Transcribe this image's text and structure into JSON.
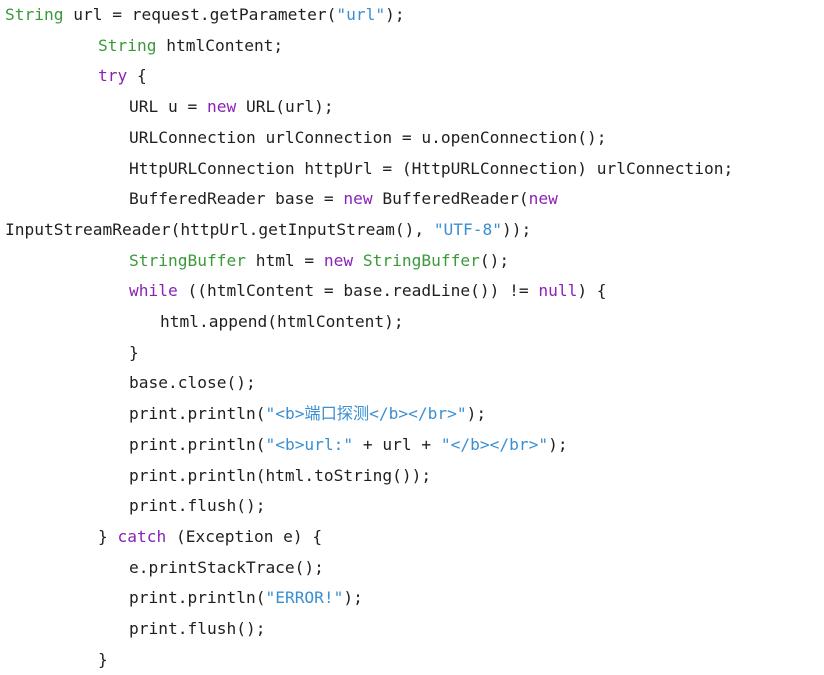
{
  "colors": {
    "background": "#ffffff",
    "plain": "#1f1f1f",
    "keyword": "#8b22b8",
    "type": "#3a9a3a",
    "string": "#3b8fd1"
  },
  "code_lines": [
    {
      "indent": 0,
      "tokens": [
        {
          "t": "type",
          "v": "String"
        },
        {
          "t": "plain",
          "v": " url = request.getParameter("
        },
        {
          "t": "str",
          "v": "\"url\""
        },
        {
          "t": "plain",
          "v": ");"
        }
      ]
    },
    {
      "indent": 12,
      "tokens": [
        {
          "t": "type",
          "v": "String"
        },
        {
          "t": "plain",
          "v": " htmlContent;"
        }
      ]
    },
    {
      "indent": 12,
      "tokens": [
        {
          "t": "kw",
          "v": "try"
        },
        {
          "t": "plain",
          "v": " {"
        }
      ]
    },
    {
      "indent": 16,
      "tokens": [
        {
          "t": "plain",
          "v": "URL u = "
        },
        {
          "t": "kw",
          "v": "new"
        },
        {
          "t": "plain",
          "v": " URL(url);"
        }
      ]
    },
    {
      "indent": 16,
      "tokens": [
        {
          "t": "plain",
          "v": "URLConnection urlConnection = u.openConnection();"
        }
      ]
    },
    {
      "indent": 16,
      "tokens": [
        {
          "t": "plain",
          "v": "HttpURLConnection httpUrl = (HttpURLConnection) urlConnection;"
        }
      ]
    },
    {
      "indent": 16,
      "tokens": [
        {
          "t": "plain",
          "v": "BufferedReader base = "
        },
        {
          "t": "kw",
          "v": "new"
        },
        {
          "t": "plain",
          "v": " BufferedReader("
        },
        {
          "t": "kw",
          "v": "new"
        }
      ]
    },
    {
      "indent": 0,
      "tokens": [
        {
          "t": "plain",
          "v": "InputStreamReader(httpUrl.getInputStream(), "
        },
        {
          "t": "str",
          "v": "\"UTF-8\""
        },
        {
          "t": "plain",
          "v": "));"
        }
      ]
    },
    {
      "indent": 16,
      "tokens": [
        {
          "t": "type",
          "v": "StringBuffer"
        },
        {
          "t": "plain",
          "v": " html = "
        },
        {
          "t": "kw",
          "v": "new"
        },
        {
          "t": "plain",
          "v": " "
        },
        {
          "t": "type",
          "v": "StringBuffer"
        },
        {
          "t": "plain",
          "v": "();"
        }
      ]
    },
    {
      "indent": 16,
      "tokens": [
        {
          "t": "kw",
          "v": "while"
        },
        {
          "t": "plain",
          "v": " ((htmlContent = base.readLine()) != "
        },
        {
          "t": "kw",
          "v": "null"
        },
        {
          "t": "plain",
          "v": ") {"
        }
      ]
    },
    {
      "indent": 20,
      "tokens": [
        {
          "t": "plain",
          "v": "html.append(htmlContent);"
        }
      ]
    },
    {
      "indent": 16,
      "tokens": [
        {
          "t": "plain",
          "v": "}"
        }
      ]
    },
    {
      "indent": 16,
      "tokens": [
        {
          "t": "plain",
          "v": "base.close();"
        }
      ]
    },
    {
      "indent": 16,
      "tokens": [
        {
          "t": "plain",
          "v": "print.println("
        },
        {
          "t": "str",
          "v": "\"<b>端口探测</b></br>\""
        },
        {
          "t": "plain",
          "v": ");"
        }
      ]
    },
    {
      "indent": 16,
      "tokens": [
        {
          "t": "plain",
          "v": "print.println("
        },
        {
          "t": "str",
          "v": "\"<b>url:\""
        },
        {
          "t": "plain",
          "v": " + url + "
        },
        {
          "t": "str",
          "v": "\"</b></br>\""
        },
        {
          "t": "plain",
          "v": ");"
        }
      ]
    },
    {
      "indent": 16,
      "tokens": [
        {
          "t": "plain",
          "v": "print.println(html.toString());"
        }
      ]
    },
    {
      "indent": 16,
      "tokens": [
        {
          "t": "plain",
          "v": "print.flush();"
        }
      ]
    },
    {
      "indent": 12,
      "tokens": [
        {
          "t": "plain",
          "v": "} "
        },
        {
          "t": "kw",
          "v": "catch"
        },
        {
          "t": "plain",
          "v": " (Exception e) {"
        }
      ]
    },
    {
      "indent": 16,
      "tokens": [
        {
          "t": "plain",
          "v": "e.printStackTrace();"
        }
      ]
    },
    {
      "indent": 16,
      "tokens": [
        {
          "t": "plain",
          "v": "print.println("
        },
        {
          "t": "str",
          "v": "\"ERROR!\""
        },
        {
          "t": "plain",
          "v": ");"
        }
      ]
    },
    {
      "indent": 16,
      "tokens": [
        {
          "t": "plain",
          "v": "print.flush();"
        }
      ]
    },
    {
      "indent": 12,
      "tokens": [
        {
          "t": "plain",
          "v": "}"
        }
      ]
    }
  ]
}
